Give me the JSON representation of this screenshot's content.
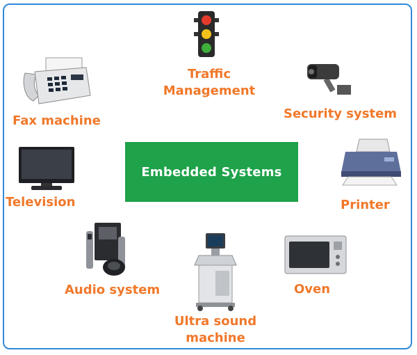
{
  "center": {
    "label": "Embedded Systems"
  },
  "colors": {
    "frame": "#2f8ad8",
    "center_box": "#1ea24a",
    "label": "#f0782a",
    "center_text": "#ffffff"
  },
  "items": [
    {
      "id": "traffic",
      "icon": "traffic-light-icon",
      "line1": "Traffic",
      "line2": "Management"
    },
    {
      "id": "security",
      "icon": "security-camera-icon",
      "label": "Security system"
    },
    {
      "id": "printer",
      "icon": "printer-icon",
      "label": "Printer"
    },
    {
      "id": "oven",
      "icon": "microwave-oven-icon",
      "label": "Oven"
    },
    {
      "id": "ultrasound",
      "icon": "ultrasound-machine-icon",
      "line1": "Ultra sound",
      "line2": "machine"
    },
    {
      "id": "audio",
      "icon": "audio-system-icon",
      "label": "Audio system"
    },
    {
      "id": "television",
      "icon": "television-icon",
      "label": "Television"
    },
    {
      "id": "fax",
      "icon": "fax-machine-icon",
      "label": "Fax machine"
    }
  ]
}
